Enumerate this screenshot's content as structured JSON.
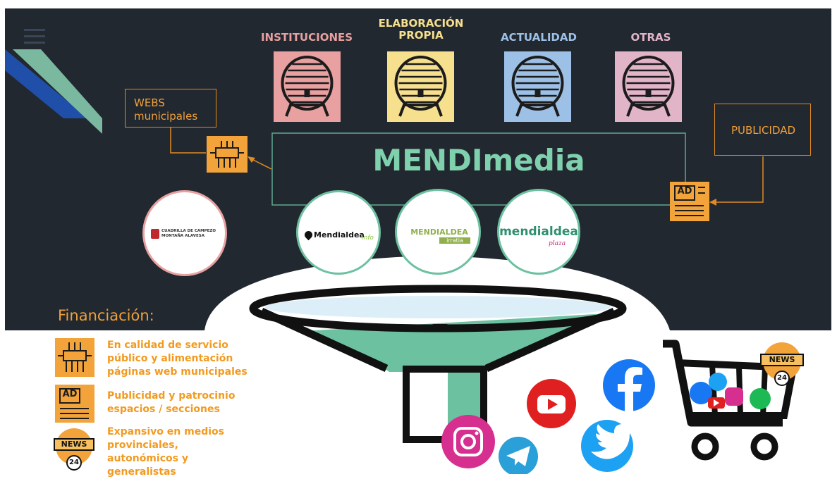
{
  "title": "MENDImedia",
  "categories": [
    {
      "label": "INSTITUCIONES",
      "color": "#e8a0a0"
    },
    {
      "label": "ELABORACIÓN PROPIA",
      "color": "#f6e08e"
    },
    {
      "label": "ACTUALIDAD",
      "color": "#9dc0e6"
    },
    {
      "label": "OTRAS",
      "color": "#e2b4c8"
    }
  ],
  "webs_label": "WEBS municipales",
  "publicidad_label": "PUBLICIDAD",
  "ad_badge": "AD",
  "news_badge": "NEWS",
  "news_number": "24",
  "cuadrilla_text": "CUADRILLA DE CAMPEZO MONTAÑA ALAVESA",
  "brands": [
    {
      "label": "Mendialdea",
      "sub": "info"
    },
    {
      "label": "MENDIALDEA",
      "sub": "irratia"
    },
    {
      "label": "mendialdea",
      "sub": "plaza"
    }
  ],
  "financiacion_title": "Financiación:",
  "financiacion_items": [
    "En calidad de servicio público y alimentación páginas web municipales",
    "Publicidad y patrocinio espacios / secciones",
    "Expansivo en medios provinciales, autonómicos y generalistas"
  ],
  "colors": {
    "bg_dark": "#222830",
    "orange": "#f0a03a",
    "teal": "#5fbf9c",
    "teal_title": "#7fd0ad"
  },
  "social_icons": [
    "instagram-icon",
    "telegram-icon",
    "youtube-icon",
    "facebook-icon",
    "twitter-icon",
    "spotify-icon"
  ]
}
